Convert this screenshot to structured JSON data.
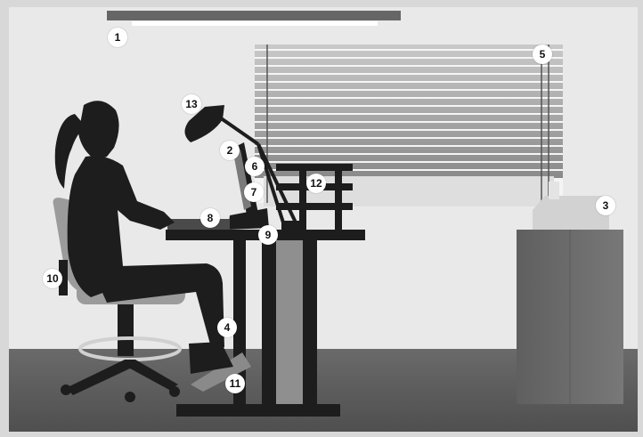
{
  "colors": {
    "wall": "#e9e9e9",
    "floor": "#5e5e5e",
    "silhouette": "#1d1d1d",
    "blind": "#8d8d8d",
    "cabinet": "#6e6e6e",
    "chair": "#9a9a9a",
    "marker_bg": "#ffffff"
  },
  "markers": [
    {
      "id": "m1",
      "label": "1"
    },
    {
      "id": "m2",
      "label": "2"
    },
    {
      "id": "m3",
      "label": "3"
    },
    {
      "id": "m4",
      "label": "4"
    },
    {
      "id": "m5",
      "label": "5"
    },
    {
      "id": "m6",
      "label": "6"
    },
    {
      "id": "m7",
      "label": "7"
    },
    {
      "id": "m8",
      "label": "8"
    },
    {
      "id": "m9",
      "label": "9"
    },
    {
      "id": "m10",
      "label": "10"
    },
    {
      "id": "m11",
      "label": "11"
    },
    {
      "id": "m12",
      "label": "12"
    },
    {
      "id": "m13",
      "label": "13"
    }
  ]
}
